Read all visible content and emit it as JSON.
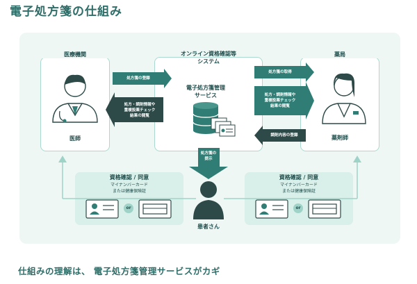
{
  "title": "電子処方箋の仕組み",
  "medical": {
    "heading": "医療機関",
    "person": "医師"
  },
  "center": {
    "heading_line1": "オンライン資格確認等",
    "heading_line2": "システム",
    "service_line1": "電子処方箋管理",
    "service_line2": "サービス"
  },
  "pharmacy": {
    "heading": "薬局",
    "person": "薬剤師"
  },
  "arrows": {
    "register": "処方箋の登録",
    "left_result": [
      "処方・調剤情報や",
      "重複投薬チェック",
      "結果の閲覧"
    ],
    "acquire": "処方箋の取得",
    "right_result": [
      "処方・調剤情報や",
      "重複投薬チェック",
      "結果の閲覧"
    ],
    "dispense": "調剤内容の登録",
    "present": [
      "処方箋の",
      "提示"
    ]
  },
  "id_check": {
    "left": {
      "heading": "資格確認 / 同意",
      "line1": "マイナンバーカード",
      "line2": "または健康保険証",
      "or": "or"
    },
    "right": {
      "heading": "資格確認 / 同意",
      "line1": "マイナンバーカード",
      "line2": "または健康保険証",
      "or": "or"
    }
  },
  "patient": "患者さん",
  "footer": "仕組みの理解は、 電子処方箋管理サービスがカギ",
  "colors": {
    "accent": "#2f7d74",
    "dark": "#2d4a48",
    "light": "#d9efe9",
    "border": "#a9d9cf"
  }
}
